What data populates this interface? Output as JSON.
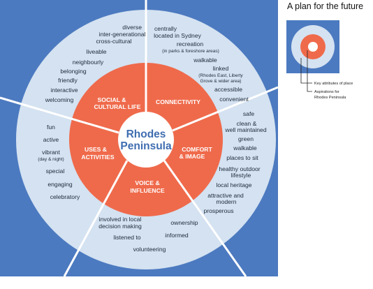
{
  "title": "A plan for the future",
  "center": {
    "line1": "Rhodes",
    "line2": "Peninsula"
  },
  "aspirations": {
    "social": {
      "line1": "SOCIAL &",
      "line2": "CULTURAL LIFE"
    },
    "connectivity": "CONNECTIVITY",
    "comfort": {
      "line1": "COMFORT",
      "line2": "& IMAGE"
    },
    "voice": {
      "line1": "VOICE &",
      "line2": "INFLUENCE"
    },
    "uses": {
      "line1": "USES &",
      "line2": "ACTIVITIES"
    }
  },
  "attributes": {
    "social": [
      "diverse",
      "inter-generational",
      "cross-cultural",
      "liveable",
      "neighbourly",
      "belonging",
      "friendly",
      "interactive",
      "welcoming"
    ],
    "connectivity": [
      "centrally",
      "located in Sydney",
      "recreation",
      "(in parks & foreshore areas)",
      "walkable",
      "linked",
      "(Rhodes East, Liberty",
      "Grove & wider area)",
      "accessible",
      "convenient"
    ],
    "comfort": [
      "safe",
      "clean &",
      "well maintained",
      "green",
      "walkable",
      "places to sit",
      "healthy outdoor",
      "lifestyle",
      "local heritage",
      "attractive and",
      "modern",
      "prosperous"
    ],
    "voice": [
      "involved in local",
      "decision making",
      "listened to",
      "ownership",
      "informed",
      "volunteering"
    ],
    "uses": [
      "fun",
      "active",
      "vibrant",
      "(day & night)",
      "special",
      "engaging",
      "celebratory"
    ]
  },
  "legend": {
    "key_attributes": "Key attributes of place",
    "aspirations_line1": "Aspirations for",
    "aspirations_line2": "Rhodes Peninsula"
  },
  "colors": {
    "background_blue": "#4c7ac0",
    "outer_ring": "#d4e2f1",
    "inner_ring": "#ef6a4b",
    "center": "#ffffff",
    "center_text": "#3f6db0",
    "divider": "#ffffff"
  }
}
